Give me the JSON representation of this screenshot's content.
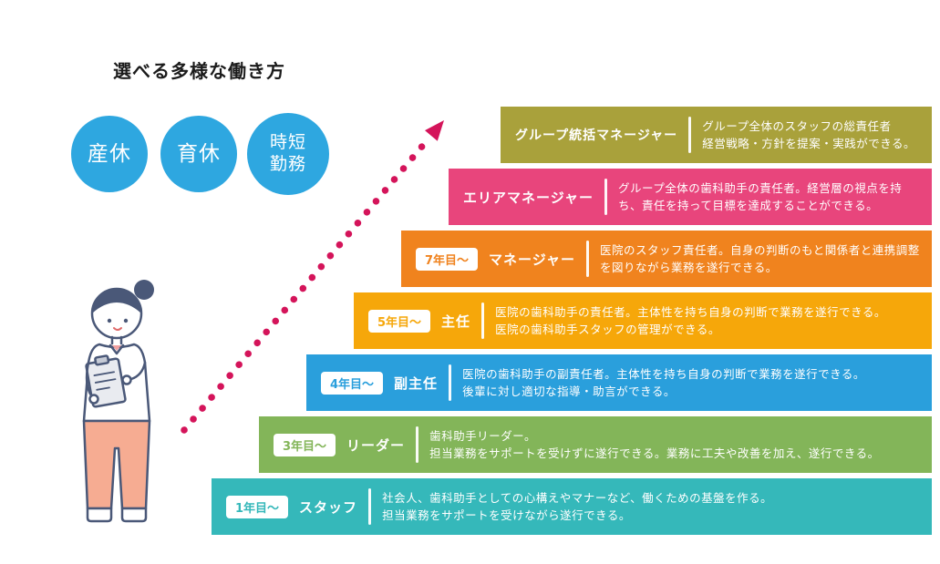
{
  "title": "選べる多様な働き方",
  "arrow_color": "#d4145a",
  "work_styles": {
    "color": "#2ea7e0",
    "items": [
      {
        "label": "産休"
      },
      {
        "label": "育休"
      },
      {
        "label": "時短\n勤務"
      }
    ]
  },
  "ladder": [
    {
      "role": "グループ統括マネージャー",
      "description": "グループ全体のスタッフの総責任者\n経営戦略・方針を提案・実践ができる。",
      "color": "#a9a13b"
    },
    {
      "role": "エリアマネージャー",
      "description": "グループ全体の歯科助手の責任者。経営層の視点を持ち、責任を持って目標を達成することができる。",
      "color": "#e8457c"
    },
    {
      "years": "7年目〜",
      "role": "マネージャー",
      "description": "医院のスタッフ責任者。自身の判断のもと関係者と連携調整を図りながら業務を遂行できる。",
      "color": "#f0831e"
    },
    {
      "years": "5年目〜",
      "role": "主任",
      "description": "医院の歯科助手の責任者。主体性を持ち自身の判断で業務を遂行できる。\n医院の歯科助手スタッフの管理ができる。",
      "color": "#f6a70a"
    },
    {
      "years": "4年目〜",
      "role": "副主任",
      "description": "医院の歯科助手の副責任者。主体性を持ち自身の判断で業務を遂行できる。\n後輩に対し適切な指導・助言ができる。",
      "color": "#2a9fdc"
    },
    {
      "years": "3年目〜",
      "role": "リーダー",
      "description": "歯科助手リーダー。\n担当業務をサポートを受けずに遂行できる。業務に工夫や改善を加え、遂行できる。",
      "color": "#83b559"
    },
    {
      "years": "1年目〜",
      "role": "スタッフ",
      "description": "社会人、歯科助手としての心構えやマナーなど、働くための基盤を作る。\n担当業務をサポートを受けながら遂行できる。",
      "color": "#35b8ba"
    }
  ]
}
